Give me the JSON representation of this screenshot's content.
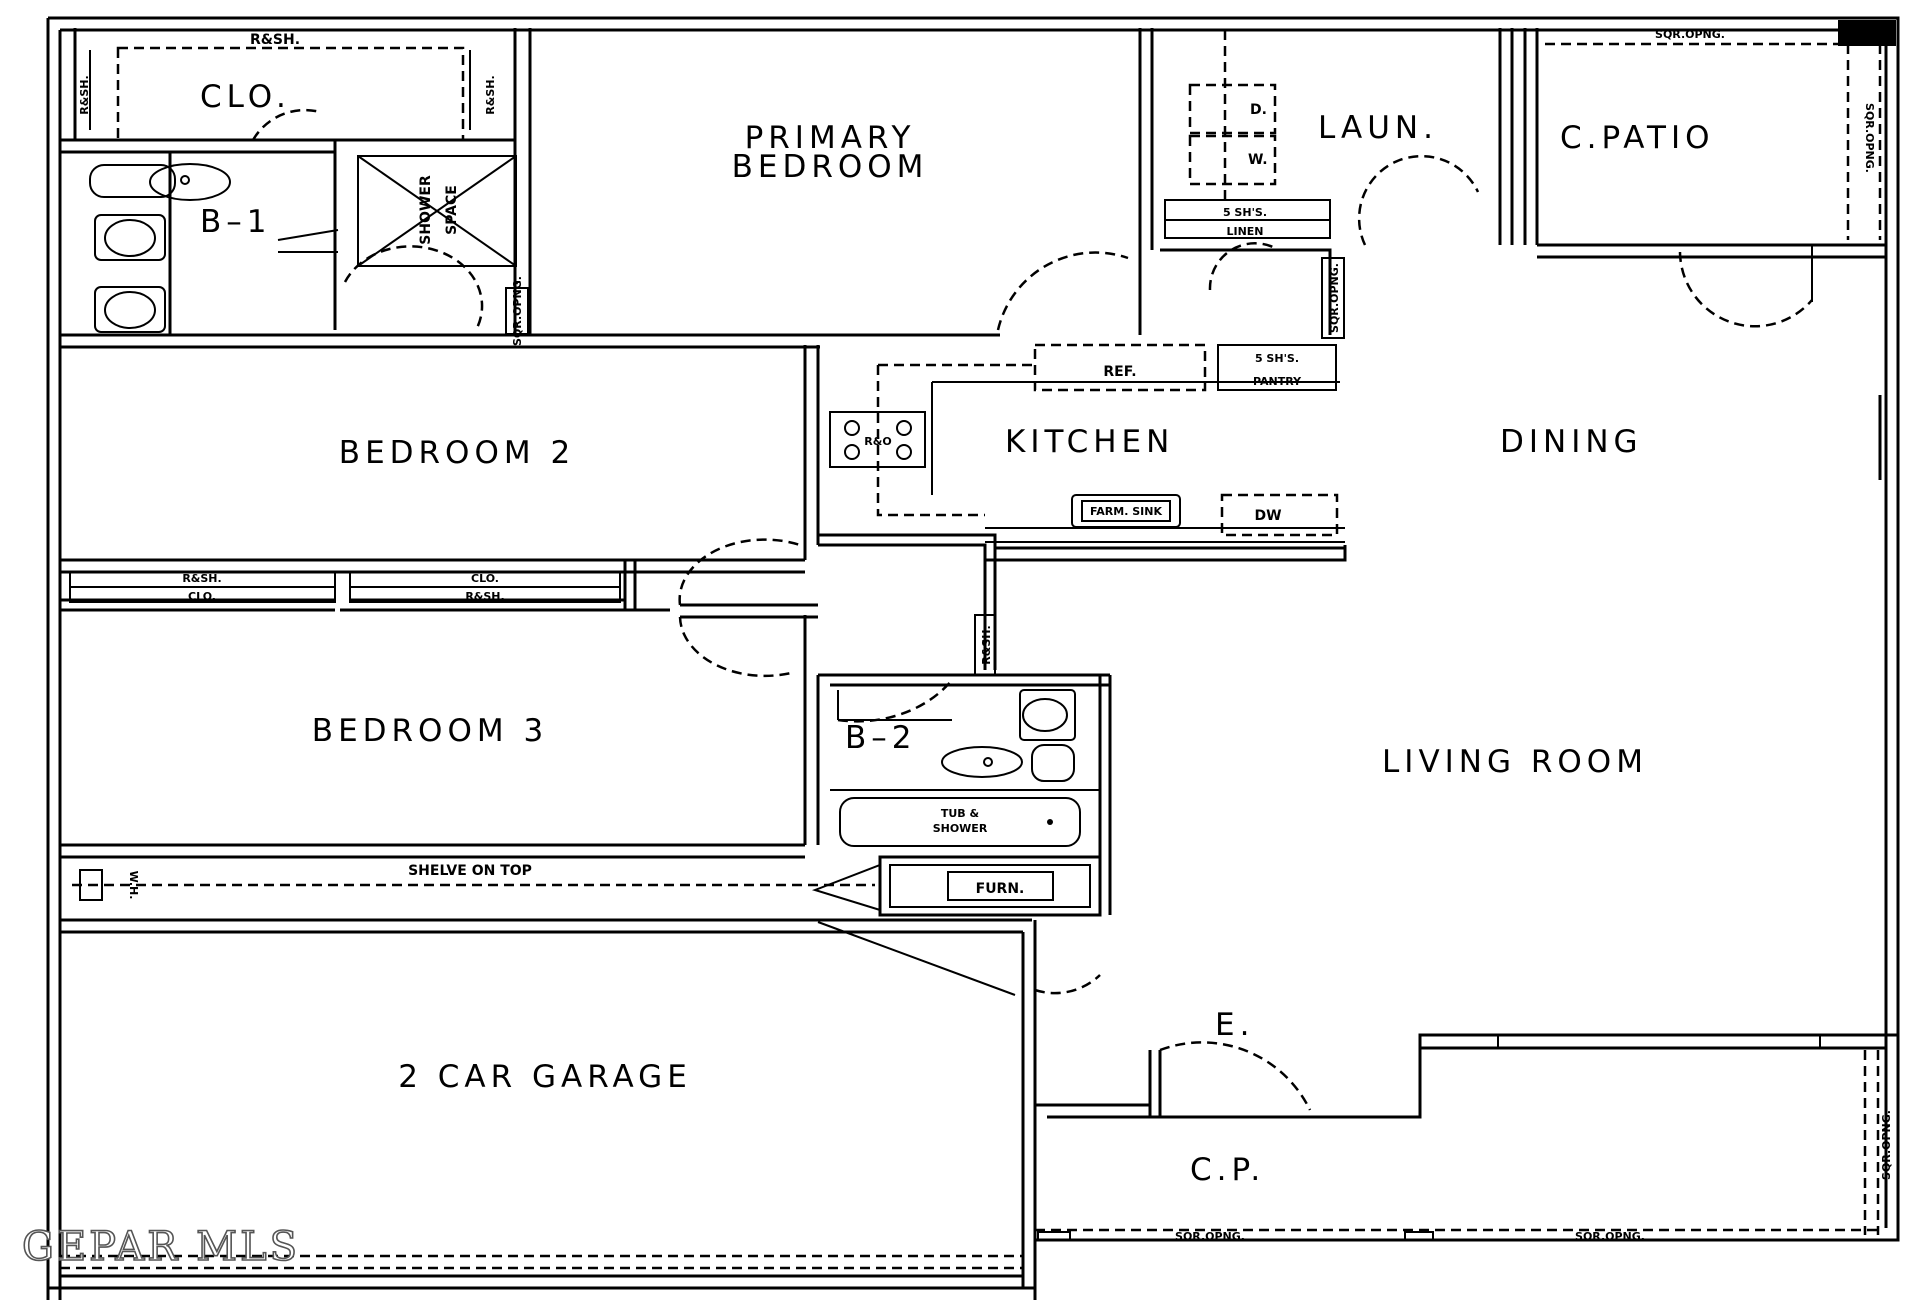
{
  "rooms": {
    "clo_primary": "CLO.",
    "primary_bedroom_1": "PRIMARY",
    "primary_bedroom_2": "BEDROOM",
    "laundry": "LAUN.",
    "c_patio": "C.PATIO",
    "bath1": "B–1",
    "bedroom2": "BEDROOM  2",
    "kitchen": "KITCHEN",
    "dining": "DINING",
    "bedroom3": "BEDROOM  3",
    "bath2": "B–2",
    "living_room": "LIVING  ROOM",
    "garage": "2  CAR  GARAGE",
    "entry": "E.",
    "carport": "C.P."
  },
  "fixtures": {
    "rsh_top": "R&SH.",
    "rsh_left": "R&SH.",
    "rsh_right": "R&SH.",
    "shower_1": "SHOWER",
    "shower_2": "SPACE",
    "dryer": "D.",
    "washer": "W.",
    "linen_shelves": "5 SH'S.",
    "linen": "LINEN",
    "sqr_opng_top": "SQR.OPNG.",
    "sqr_opng_right": "SQR.OPNG.",
    "sqr_opng_hall": "SQR.OPNG.",
    "ref": "REF.",
    "pantry_shelves": "5 SH'S.",
    "pantry": "PANTRY",
    "range": "R&O",
    "sink": "FARM. SINK",
    "dw": "DW",
    "rsh_b2": "R&SH.",
    "clo_b2": "CLO.",
    "clo_b3": "CLO.",
    "rsh_b3": "R&SH.",
    "hall_label": "R&SH.",
    "tub_1": "TUB &",
    "tub_2": "SHOWER",
    "shelve": "SHELVE  ON  TOP",
    "water_heater": "W.H.",
    "furnace": "FURN.",
    "sqr_opng_cp_right": "SQR.OPNG.",
    "sqr_opng_cp_1": "SQR.OPNG.",
    "sqr_opng_cp_2": "SQR.OPNG."
  },
  "watermark": "GEPAR MLS"
}
